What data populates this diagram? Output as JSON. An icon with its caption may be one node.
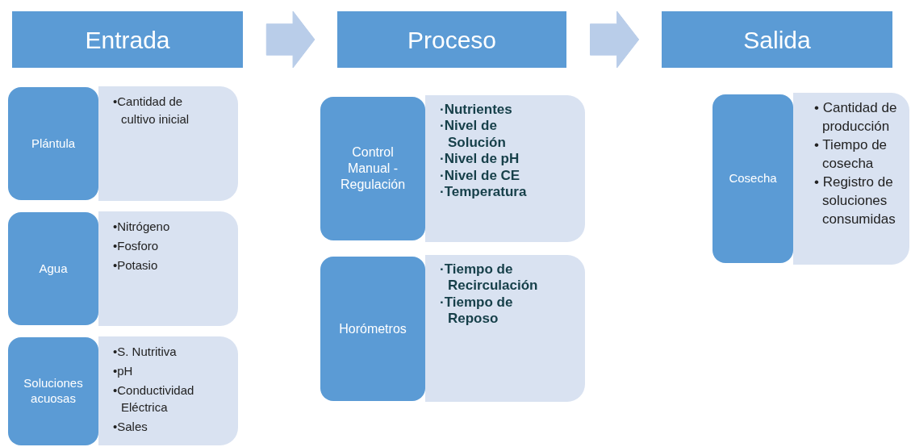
{
  "diagram": {
    "nodes": [
      {
        "text": [
          "Entrada"
        ]
      },
      {
        "text": [
          "Proceso"
        ]
      },
      {
        "text": [
          "Salida"
        ]
      },
      {
        "text": [
          "Plántula"
        ]
      },
      {
        "text": [
          "•Cantidad de cultivo inicial"
        ]
      },
      {
        "text": [
          "Agua"
        ]
      },
      {
        "text": [
          "•Nitrógeno",
          "•Fosforo",
          "•Potasio"
        ]
      },
      {
        "text": [
          "Soluciones acuosas"
        ]
      },
      {
        "text": [
          "•S. Nutritiva",
          "•pH",
          "•Conductividad Eléctrica",
          "•Sales"
        ]
      },
      {
        "text": [
          "Control Manual - Regulación"
        ]
      },
      {
        "text": [
          "·Nutrientes",
          "·Nivel de Solución",
          "·Nivel de pH",
          "·Nivel de CE",
          "·Temperatura"
        ]
      },
      {
        "text": [
          "Horómetros"
        ]
      },
      {
        "text": [
          "·Tiempo de Recirculación",
          "·Tiempo de Reposo"
        ]
      },
      {
        "text": [
          "Cosecha"
        ]
      },
      {
        "text": [
          "• Cantidad de producción",
          "• Tiempo de cosecha",
          "• Registro de soluciones consumidas"
        ]
      }
    ],
    "edges": [
      {
        "from": 0,
        "to": 1,
        "arrow": "to"
      },
      {
        "from": 1,
        "to": 2,
        "arrow": "to"
      }
    ]
  }
}
